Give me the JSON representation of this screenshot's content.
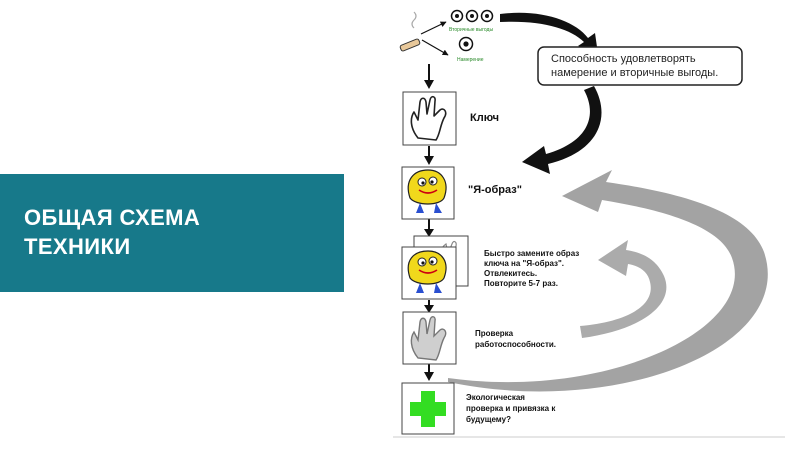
{
  "slide": {
    "title_line1": "ОБЩАЯ СХЕМА",
    "title_line2": "ТЕХНИКИ"
  },
  "diagram": {
    "top": {
      "secondary_benefits_label": "Вторичные выгоды",
      "intention_label": "Намерение"
    },
    "callout": {
      "line1": "Способность удовлетворять",
      "line2": "намерение и вторичные выгоды."
    },
    "steps": {
      "key": "Ключ",
      "self_image": "\"Я-образ\"",
      "swap_line1": "Быстро замените образ",
      "swap_line2": "ключа на \"Я-образ\".",
      "swap_line3": "Отвлекитесь.",
      "swap_line4": "Повторите 5-7 раз.",
      "check_line1": "Проверка",
      "check_line2": "работоспособности.",
      "eco_line1": "Экологическая",
      "eco_line2": "проверка и привязка к",
      "eco_line3": "будущему?"
    }
  },
  "colors": {
    "banner": "#17798a",
    "plus": "#33dd22",
    "swoosh": "#a0a0a0",
    "arrow": "#111111"
  }
}
